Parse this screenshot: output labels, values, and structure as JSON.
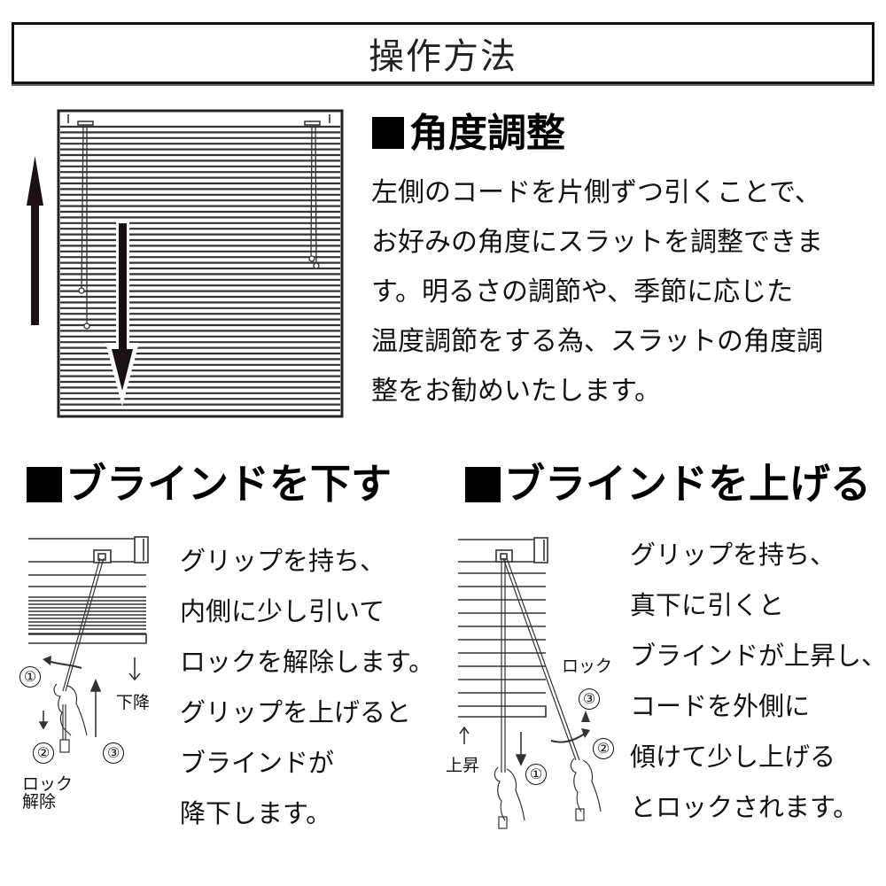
{
  "title": "操作方法",
  "angle_section": {
    "heading_marker": "■",
    "heading": "角度調整",
    "body_lines": [
      "左側のコードを片側ずつ引くことで、",
      "お好みの角度にスラットを調整できま",
      "す。明るさの調節や、季節に応じた",
      "温度調節をする為、スラットの角度調",
      "整をお勧めいたします。"
    ],
    "figure": {
      "icons": [
        "up-arrow-icon",
        "down-arrow-icon",
        "blind-icon",
        "cord-icon"
      ]
    }
  },
  "lower_section": {
    "heading_marker": "■",
    "heading": "ブラインドを下す",
    "steps_lines": [
      "グリップを持ち、",
      "内側に少し引いて",
      "ロックを解除します。",
      "グリップを上げると",
      "ブラインドが",
      "降下します。"
    ],
    "figure": {
      "direction_label": "下降",
      "lock_release_label_line1": "ロック",
      "lock_release_label_line2": "解除",
      "step_markers": [
        "①",
        "②",
        "③"
      ]
    }
  },
  "raise_section": {
    "heading_marker": "■",
    "heading": "ブラインドを上げる",
    "steps_lines": [
      "グリップを持ち、",
      "真下に引くと",
      "ブラインドが上昇し、",
      "コードを外側に",
      "傾けて少し上げる",
      "とロックされます。"
    ],
    "figure": {
      "direction_label": "上昇",
      "lock_label": "ロック",
      "step_markers": [
        "①",
        "②",
        "③"
      ]
    }
  }
}
